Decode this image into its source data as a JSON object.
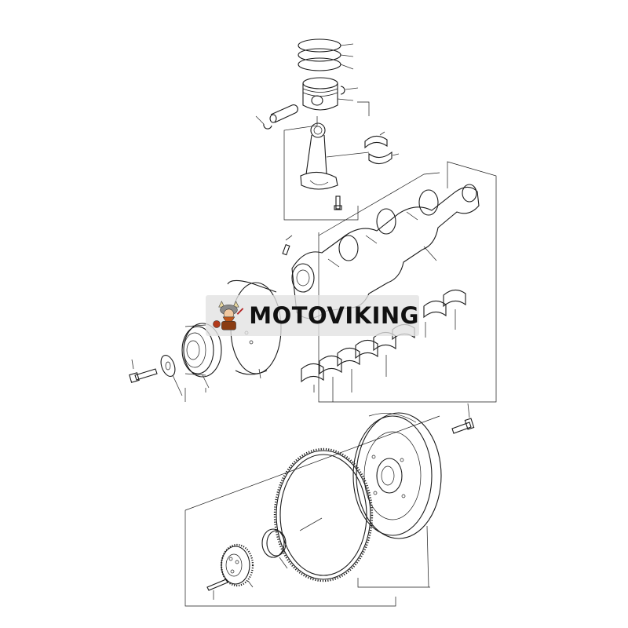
{
  "diagram": {
    "type": "exploded-parts-diagram",
    "parts": [
      {
        "name": "piston-rings"
      },
      {
        "name": "piston"
      },
      {
        "name": "circlip"
      },
      {
        "name": "piston-pin"
      },
      {
        "name": "connecting-rod"
      },
      {
        "name": "connecting-rod-bearing"
      },
      {
        "name": "connecting-rod-bolt"
      },
      {
        "name": "crankshaft"
      },
      {
        "name": "main-bearings"
      },
      {
        "name": "pulley"
      },
      {
        "name": "washer"
      },
      {
        "name": "pulley-bolt"
      },
      {
        "name": "vibration-damper"
      },
      {
        "name": "flywheel"
      },
      {
        "name": "flywheel-bolt"
      },
      {
        "name": "ring-gear"
      },
      {
        "name": "seal-ring"
      },
      {
        "name": "crankshaft-gear"
      },
      {
        "name": "dowel-pin"
      }
    ]
  },
  "watermark": {
    "text": "MOTOVIKING",
    "logo_icon": "viking-mascot-icon",
    "colors": {
      "band": "#e1e1e1",
      "text": "#111111",
      "mascot_primary": "#c0561b"
    }
  }
}
